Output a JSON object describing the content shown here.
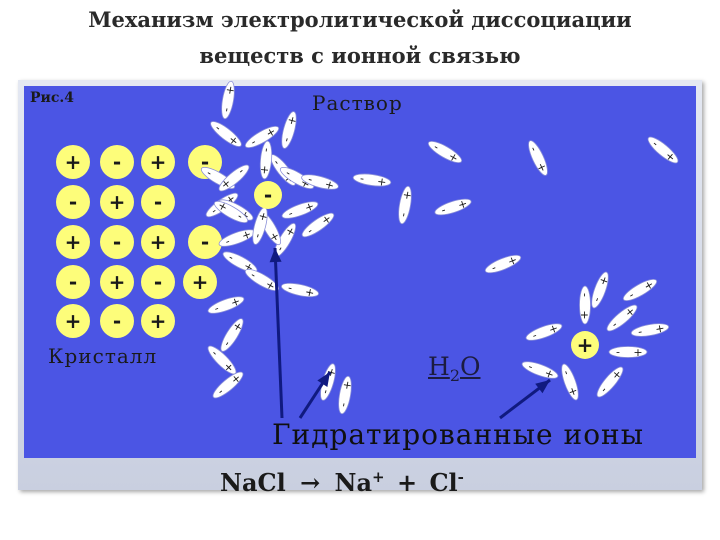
{
  "title_line1": "Механизм электролитической диссоциации",
  "title_line2": "веществ с ионной связью",
  "fig_label": "Рис.4",
  "solution_label": "Раствор",
  "crystal_label": "Кристалл",
  "water_label": "H",
  "water_sub": "2",
  "water_tail": "O",
  "hydrated_label": "Гидратированные ионы",
  "equation": {
    "reactant": "NaCl",
    "arrow": "→",
    "cation": "Na",
    "cation_charge": "+",
    "plus": "+",
    "anion": "Cl",
    "anion_charge": "-"
  },
  "crystal_rows": [
    [
      "+",
      "-",
      "+"
    ],
    [
      "-",
      "+",
      "-"
    ],
    [
      "+",
      "-",
      "+"
    ],
    [
      "-",
      "+",
      "-"
    ],
    [
      "+",
      "-",
      "+"
    ]
  ],
  "edge_ions": [
    "-",
    "-",
    "+"
  ],
  "hydrated_anion_charge": "-",
  "hydrated_cation_charge": "+",
  "colors": {
    "panel": "#4b55e4",
    "ion_fill": "#fdfd7a",
    "molecule_fill": "#ffffff",
    "sign": "#1a1a1a",
    "arrow": "#101a80"
  }
}
